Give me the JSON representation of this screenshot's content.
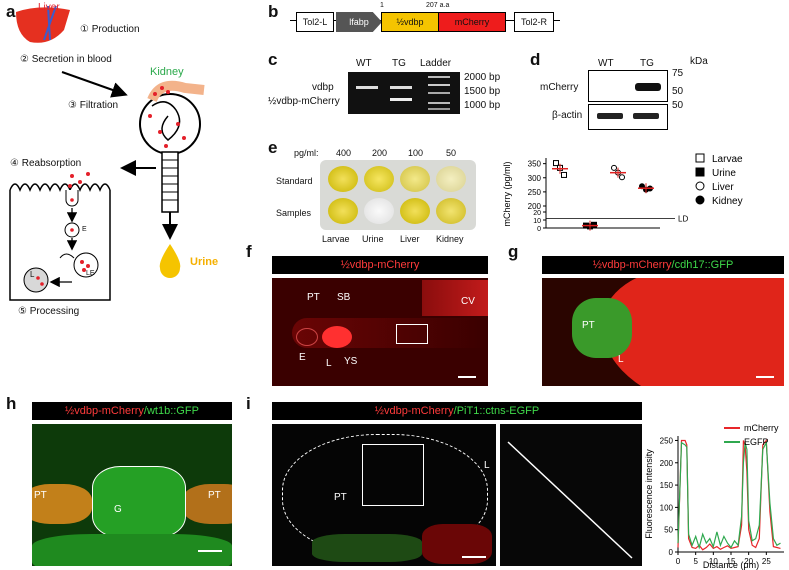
{
  "panels": {
    "a": {
      "label": "a",
      "steps": [
        "① Production",
        "② Secretion in blood",
        "③ Filtration",
        "④ Reabsorption",
        "⑤ Processing"
      ],
      "organ_liver": "Liver",
      "organ_kidney": "Kidney",
      "urine": "Urine",
      "vesicle_e": "E",
      "vesicle_l": "L",
      "vesicle_le": "LE"
    },
    "b": {
      "label": "b",
      "segments": [
        "Tol2-L",
        "lfabp",
        "½vdbp",
        "mCherry",
        "Tol2-R"
      ],
      "pos_start": "1",
      "pos_end": "207 a.a"
    },
    "c": {
      "label": "c",
      "lanes": [
        "WT",
        "TG",
        "Ladder"
      ],
      "band_labels": [
        "vdbp",
        "½vdbp-mCherry"
      ],
      "ladder": [
        "2000 bp",
        "1500 bp",
        "1000 bp"
      ]
    },
    "d": {
      "label": "d",
      "lanes": [
        "WT",
        "TG"
      ],
      "unit": "kDa",
      "markers": [
        "75",
        "50",
        "50"
      ],
      "rows": [
        "mCherry",
        "β-actin"
      ]
    },
    "e": {
      "label": "e",
      "plate_header": "pg/ml:",
      "concentrations": [
        "400",
        "200",
        "100",
        "50"
      ],
      "row_labels": [
        "Standard",
        "Samples"
      ],
      "col_labels": [
        "Larvae",
        "Urine",
        "Liver",
        "Kidney"
      ]
    },
    "f": {
      "label": "f",
      "title": "½vdbp-mCherry",
      "annotations": [
        "PT",
        "SB",
        "CV",
        "E",
        "L",
        "YS"
      ]
    },
    "g": {
      "label": "g",
      "title_red": "½vdbp-mCherry",
      "title_green": "/cdh17::GFP",
      "annotations": [
        "PT",
        "L"
      ]
    },
    "h": {
      "label": "h",
      "title_red": "½vdbp-mCherry",
      "title_green": "/wt1b::GFP",
      "annotations": [
        "PT",
        "G",
        "PT"
      ]
    },
    "i": {
      "label": "i",
      "title_red": "½vdbp-mCherry",
      "title_green": "/PiT1::ctns-EGFP",
      "annotations": [
        "PT",
        "L"
      ]
    }
  },
  "colors": {
    "mcherry": "#ff2020",
    "gfp": "#2ecc40",
    "yellow": "#f5c400"
  },
  "chart_data": [
    {
      "type": "scatter",
      "id": "e-mcherry",
      "ylabel": "mCherry (pg/ml)",
      "yticks_top": [
        200,
        250,
        300,
        350
      ],
      "yticks_bottom": [
        0,
        10,
        20
      ],
      "ylim_top": [
        200,
        370
      ],
      "ylim_bottom": [
        0,
        20
      ],
      "ld_label": "LD",
      "ld_value": 12,
      "categories": [
        "Larvae",
        "Urine",
        "Liver",
        "Kidney"
      ],
      "points": {
        "Larvae": [
          352,
          335,
          310
        ],
        "Urine": [
          3,
          2,
          4
        ],
        "Liver": [
          335,
          318,
          302
        ],
        "Kidney": [
          270,
          258,
          262
        ]
      },
      "means": {
        "Larvae": 332,
        "Urine": 3,
        "Liver": 318,
        "Kidney": 263
      },
      "legend": [
        "Larvae",
        "Urine",
        "Liver",
        "Kidney"
      ]
    },
    {
      "type": "line",
      "id": "i-profile",
      "xlabel": "Distance (μm)",
      "ylabel": "Fluorescence intensity",
      "xticks": [
        0,
        5,
        10,
        15,
        20,
        25
      ],
      "yticks": [
        0,
        50,
        100,
        150,
        200,
        250
      ],
      "xlim": [
        0,
        30
      ],
      "ylim": [
        0,
        260
      ],
      "series": [
        {
          "name": "mCherry",
          "color": "#e8262a",
          "x": [
            0,
            1,
            2,
            2.5,
            3,
            4,
            5,
            6,
            7,
            8,
            9,
            10,
            11,
            12,
            13,
            14,
            15,
            16,
            17,
            18,
            18.5,
            19,
            19.5,
            20,
            21,
            22,
            23,
            24,
            25,
            26,
            27,
            28,
            29
          ],
          "y": [
            10,
            250,
            250,
            240,
            30,
            10,
            8,
            15,
            5,
            10,
            18,
            8,
            12,
            6,
            10,
            14,
            8,
            10,
            12,
            60,
            250,
            240,
            180,
            50,
            15,
            10,
            30,
            240,
            250,
            90,
            12,
            10,
            8
          ]
        },
        {
          "name": "EGFP",
          "color": "#2fa84f",
          "x": [
            0,
            1,
            2,
            2.5,
            3,
            4,
            5,
            6,
            7,
            8,
            9,
            10,
            11,
            12,
            13,
            14,
            15,
            16,
            17,
            18,
            18.5,
            19,
            19.5,
            20,
            21,
            22,
            23,
            24,
            25,
            26,
            27,
            28,
            29
          ],
          "y": [
            20,
            245,
            240,
            235,
            40,
            15,
            35,
            10,
            40,
            20,
            30,
            12,
            45,
            15,
            35,
            20,
            10,
            25,
            15,
            80,
            200,
            245,
            230,
            70,
            25,
            30,
            60,
            230,
            245,
            110,
            30,
            15,
            20
          ]
        }
      ]
    }
  ]
}
